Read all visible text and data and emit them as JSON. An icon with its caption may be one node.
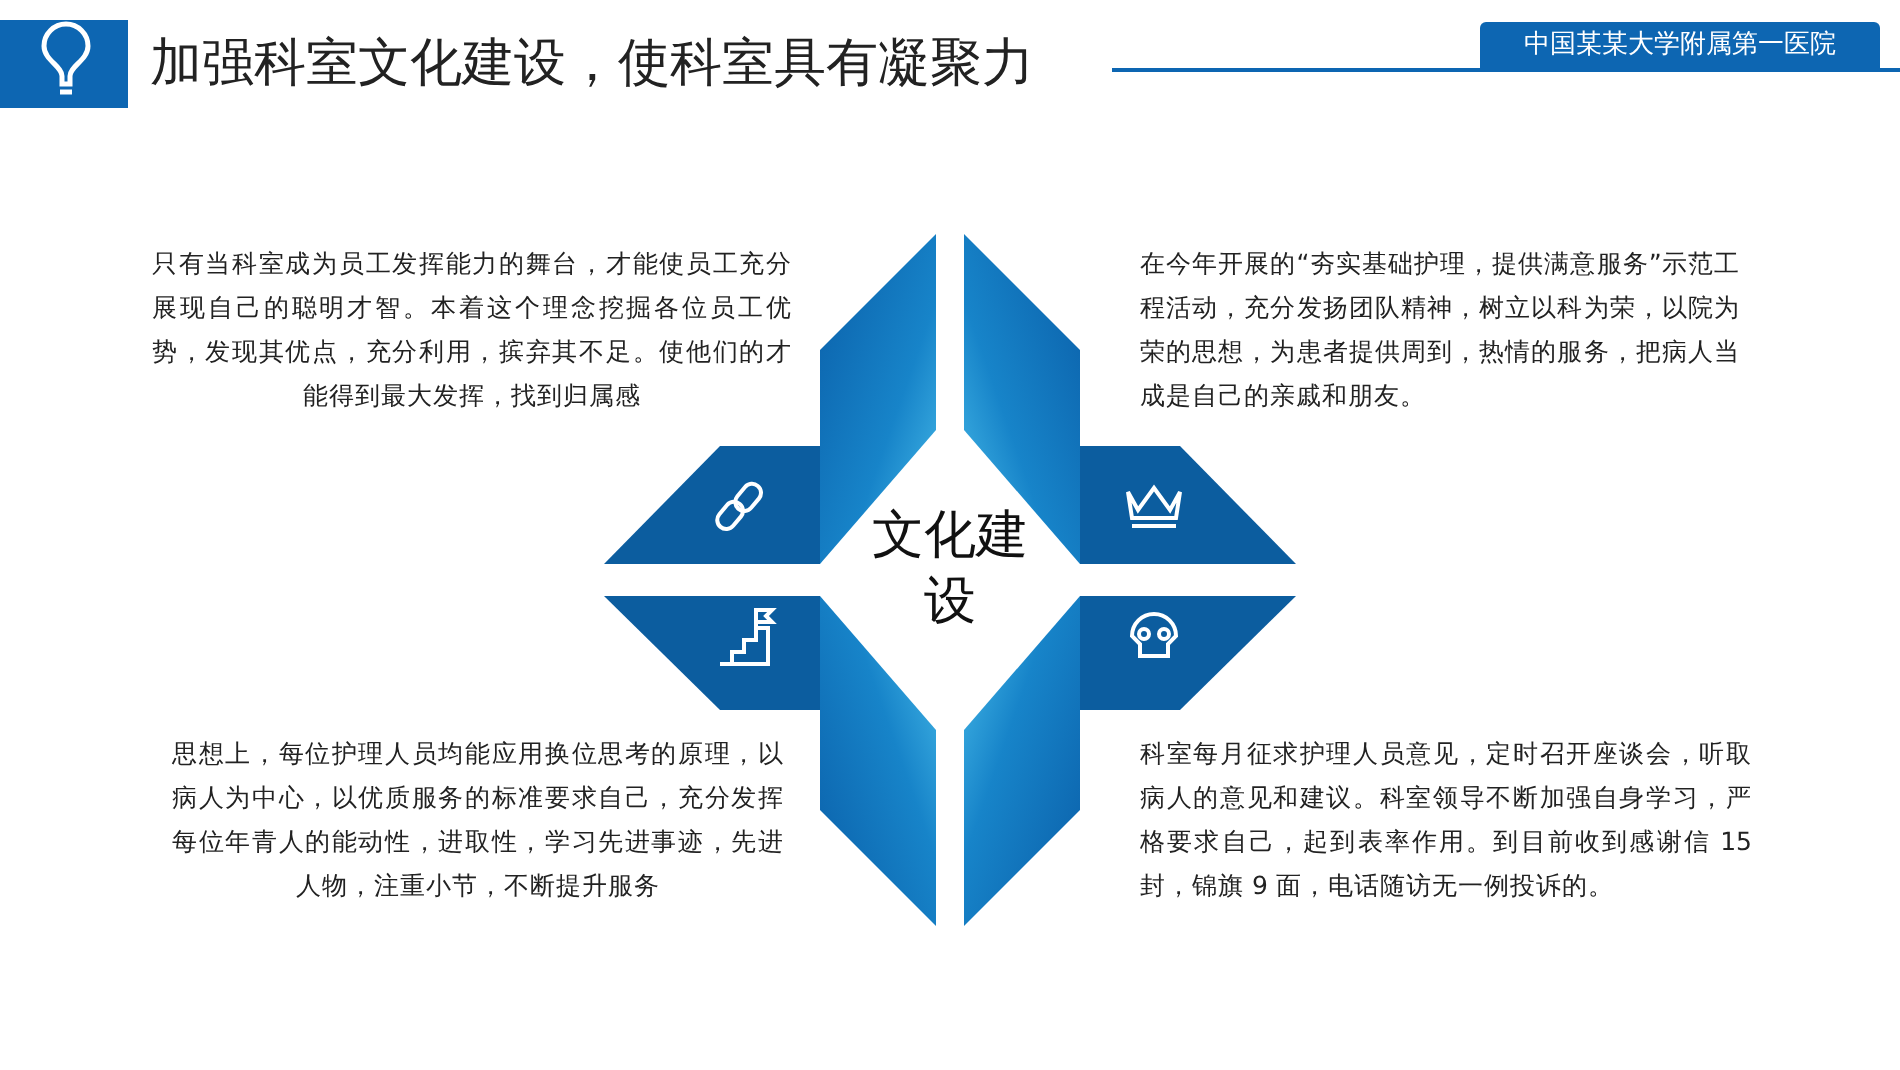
{
  "diagram": {
    "title": "加强科室文化建设，使科室具有凝聚力",
    "labels": [
      "中国某某大学附属第一医院",
      "只有当科室成为员工发挥能力的舞台，才能使员工充分展现自己的聪明才智。本着这个理念挖掘各位员工优势，发现其优点，充分利用，摈弃其不足。使他们的才能得到最大发挥，找到归属感",
      "在今年开展的“夯实基础护理，提供满意服务”示范工程活动，充分发扬团队精神，树立以科为荣，以院为荣的思想，为患者提供周到，热情的服务，把病人当成是自己的亲戚和朋友。",
      "文化建设",
      "思想上，每位护理人员均能应用换位思考的原理，以病人为中心，以优质服务的标准要求自己，充分发挥每位年青人的能动性，进取性，学习先进事迹，先进人物，注重小节，不断提升服务",
      "科室每月征求护理人员意见，定时召开座谈会，听取病人的意见和建议。科室领导不断加强自身学习，严格要求自己，起到表率作用。到目前收到感谢信 15 封，锦旗 9 面，电话随访无一例投诉的。"
    ]
  }
}
